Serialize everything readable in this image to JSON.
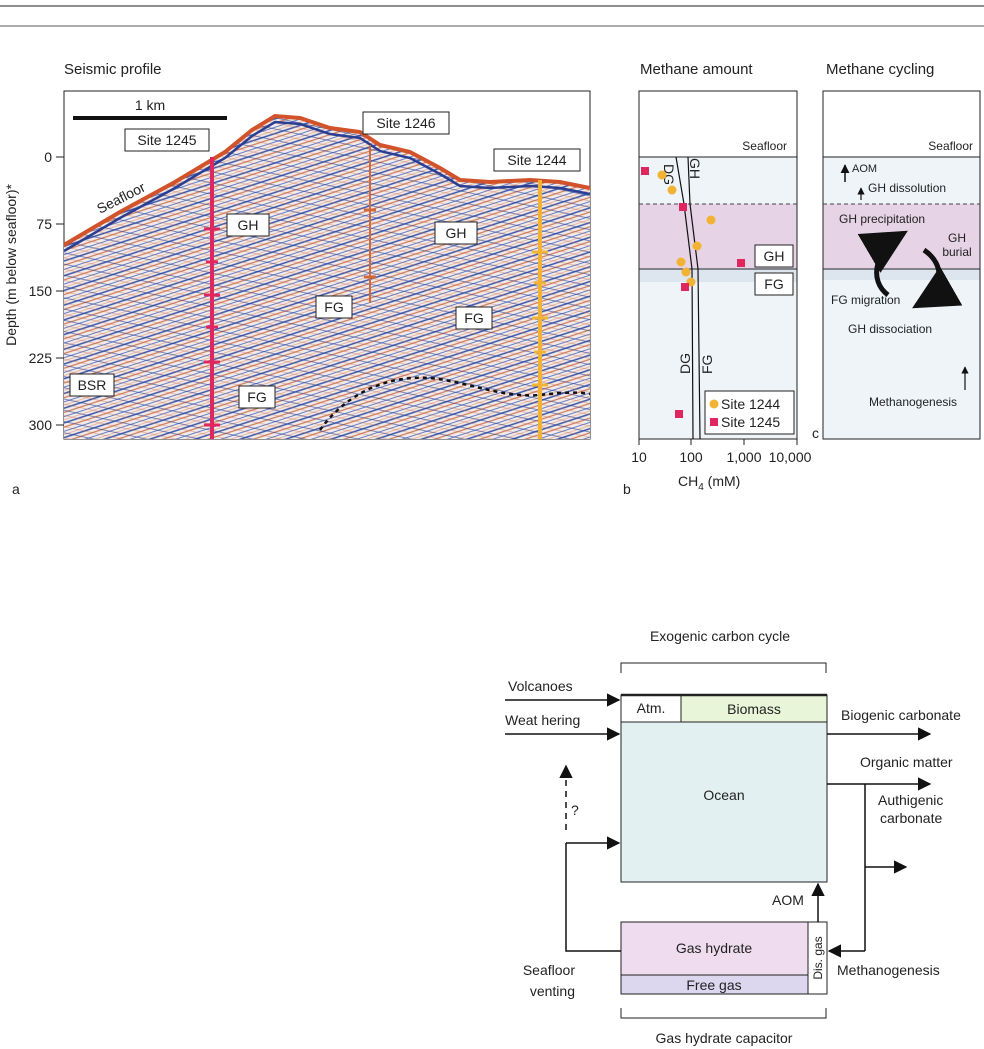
{
  "panel_a": {
    "title": "Seismic profile",
    "letter": "a",
    "scale_label": "1 km",
    "y_axis_label": "Depth (m below seafloor)*",
    "y_ticks": [
      "0",
      "75",
      "150",
      "225",
      "300"
    ],
    "sites": [
      "Site 1245",
      "Site 1246",
      "Site 1244"
    ],
    "seafloor_label": "Seafloor",
    "gh_labels": [
      "GH",
      "GH"
    ],
    "fg_labels": [
      "FG",
      "FG",
      "FG"
    ],
    "bsr_label": "BSR",
    "colors": {
      "site1245": "#e0265e",
      "site1246": "#d2693a",
      "site1244": "#f2b233",
      "seafloor": "#d2522a"
    }
  },
  "panel_b": {
    "title": "Methane amount",
    "letter": "b",
    "seafloor_label": "Seafloor",
    "x_ticks": [
      "10",
      "100",
      "1,000",
      "10,000"
    ],
    "x_axis_label": "CH",
    "x_axis_sub": "4",
    "x_axis_unit": " (mM)",
    "curve_labels": [
      "DG",
      "GH",
      "DG",
      "FG"
    ],
    "zone_labels": [
      "GH",
      "FG"
    ],
    "legend": [
      "Site 1244",
      "Site 1245"
    ],
    "colors": {
      "gh_zone": "#e6d3e6",
      "water": "#eef4f8",
      "site1244": "#f2b233",
      "site1245": "#e0265e"
    }
  },
  "panel_c": {
    "title": "Methane cycling",
    "letter": "c",
    "labels": [
      "Seafloor",
      "AOM",
      "GH dissolution",
      "GH precipitation",
      "GH",
      "burial",
      "FG migration",
      "GH dissociation",
      "Methanogenesis"
    ]
  },
  "panel_d": {
    "title": "Exogenic carbon cycle",
    "bottom_title": "Gas hydrate capacitor",
    "inputs": [
      "Volcanoes",
      "Weat hering"
    ],
    "boxes": [
      "Atm.",
      "Biomass",
      "Ocean",
      "Gas hydrate",
      "Free gas",
      "Dis. gas"
    ],
    "outputs": [
      "Biogenic carbonate",
      "Organic matter",
      "Authigenic",
      "carbonate"
    ],
    "aom": "AOM",
    "question": "?",
    "seafloor_venting": [
      "Seafloor",
      "venting"
    ],
    "methanogenesis": "Methanogenesis",
    "colors": {
      "biomass": "#e9f5d8",
      "ocean": "#e3f0f1",
      "gas_hydrate": "#efdcee",
      "free_gas": "#dcd6ee",
      "dis_gas": "#ffffff"
    }
  }
}
